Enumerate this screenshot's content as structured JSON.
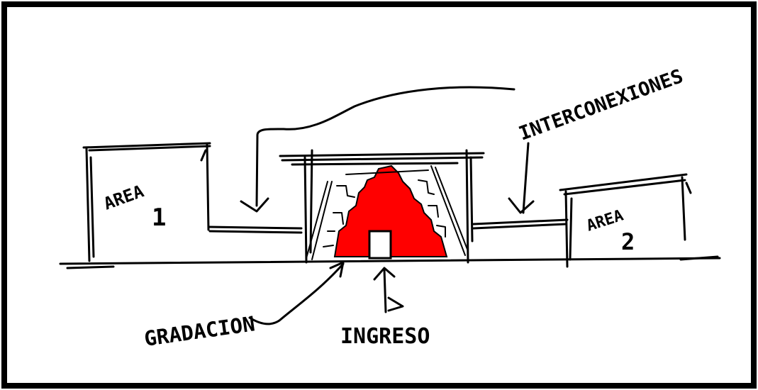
{
  "labels": {
    "area1": [
      "AREA",
      "1"
    ],
    "area2": [
      "AREA",
      "2"
    ],
    "interconexiones": "INTERCONEXIONES",
    "gradacion": "GRADACION",
    "ingreso": "INGRESO"
  },
  "colors": {
    "ink": "#000000",
    "accent": "#ff0000",
    "paper": "#ffffff"
  }
}
